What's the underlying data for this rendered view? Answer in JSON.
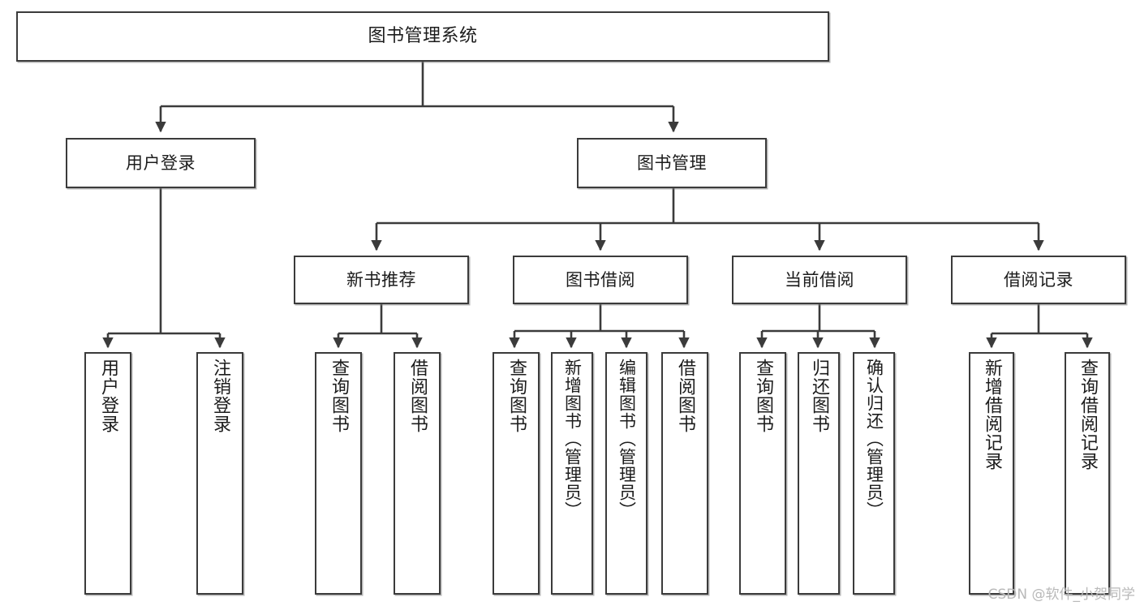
{
  "diagram": {
    "type": "tree-hierarchy-chart",
    "title": "图书管理系统",
    "background_color": "#ffffff",
    "line_color": "#3b3b3b",
    "box_border_color": "#3b3b3b",
    "text_color": "#1c1c1c",
    "watermark": "CSDN @软件_小贺同学",
    "watermark_color": "#b9b9b9"
  },
  "nodes": {
    "root": {
      "label": "图书管理系统"
    },
    "level1": [
      {
        "id": "user-login",
        "label": "用户登录"
      },
      {
        "id": "book-manage",
        "label": "图书管理"
      }
    ],
    "level2": [
      {
        "id": "new-book-recommend",
        "label": "新书推荐",
        "parent": "book-manage"
      },
      {
        "id": "book-borrow",
        "label": "图书借阅",
        "parent": "book-manage"
      },
      {
        "id": "current-borrow",
        "label": "当前借阅",
        "parent": "book-manage"
      },
      {
        "id": "borrow-record",
        "label": "借阅记录",
        "parent": "book-manage"
      }
    ],
    "leaves": [
      {
        "id": "leaf-user-login",
        "label": "用户登录",
        "parent": "user-login"
      },
      {
        "id": "leaf-user-logout",
        "label": "注销登录",
        "parent": "user-login"
      },
      {
        "id": "leaf-query-book-1",
        "label": "查询图书",
        "parent": "new-book-recommend"
      },
      {
        "id": "leaf-borrow-book-1",
        "label": "借阅图书",
        "parent": "new-book-recommend"
      },
      {
        "id": "leaf-query-book-2",
        "label": "查询图书",
        "parent": "book-borrow"
      },
      {
        "id": "leaf-add-book",
        "label": "新增图书（管理员）",
        "parent": "book-borrow"
      },
      {
        "id": "leaf-edit-book",
        "label": "编辑图书（管理员）",
        "parent": "book-borrow"
      },
      {
        "id": "leaf-borrow-book-2",
        "label": "借阅图书",
        "parent": "book-borrow"
      },
      {
        "id": "leaf-query-book-3",
        "label": "查询图书",
        "parent": "current-borrow"
      },
      {
        "id": "leaf-return-book",
        "label": "归还图书",
        "parent": "current-borrow"
      },
      {
        "id": "leaf-confirm-return",
        "label": "确认归还（管理员）",
        "parent": "current-borrow"
      },
      {
        "id": "leaf-add-record",
        "label": "新增借阅记录",
        "parent": "borrow-record"
      },
      {
        "id": "leaf-query-record",
        "label": "查询借阅记录",
        "parent": "borrow-record"
      }
    ]
  }
}
